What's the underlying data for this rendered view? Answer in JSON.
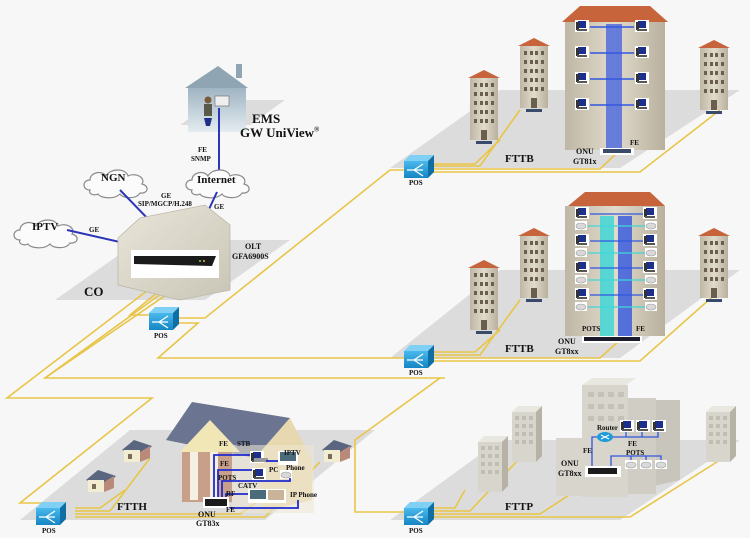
{
  "title": "GPON FTTx network topology",
  "colors": {
    "fiber": "#e8c547",
    "ethernet": "#2b35b8",
    "pots": "#3fd6d6",
    "splitter": "#1e9bd8",
    "ground": "#dcdcdc",
    "background": "#f7f7f7",
    "roof": "#c8643c",
    "building": "#d6cfbf"
  },
  "ems": {
    "title": "EMS",
    "product": "GW UniView",
    "trademark": "®",
    "link_label_1": "FE",
    "link_label_2": "SNMP"
  },
  "clouds": [
    {
      "id": "ngn",
      "label": "NGN"
    },
    {
      "id": "internet",
      "label": "Internet"
    },
    {
      "id": "iptv",
      "label": "IPTV"
    }
  ],
  "co": {
    "label": "CO",
    "olt_label": "OLT",
    "olt_model": "GFA6900S",
    "ngn_link_1": "GE",
    "ngn_link_2": "SIP/MGCP/H.248",
    "internet_link": "GE",
    "iptv_link": "GE"
  },
  "splitter_label": "POS",
  "fttb_top": {
    "scenario": "FTTB",
    "onu": "ONU",
    "model": "GT81x",
    "link": "FE"
  },
  "fttb_mid": {
    "scenario": "FTTB",
    "onu": "ONU",
    "model": "GT8xx",
    "link_pots": "POTS",
    "link_fe": "FE"
  },
  "ftth": {
    "scenario": "FTTH",
    "onu": "ONU",
    "model": "GT83x",
    "ports": {
      "fe1": "FE",
      "fe2": "FE",
      "pots": "POTS",
      "rf": "RF",
      "fe3": "FE"
    },
    "devices": {
      "stb": "STB",
      "iptv": "IPTV",
      "pc": "PC",
      "phone": "Phone",
      "catv": "CATV",
      "ipphone": "IP Phone"
    }
  },
  "fttp": {
    "scenario": "FTTP",
    "onu": "ONU",
    "model": "GT8xx",
    "router": "Router",
    "fe_left": "FE",
    "fe_right": "FE",
    "pots": "POTS"
  }
}
